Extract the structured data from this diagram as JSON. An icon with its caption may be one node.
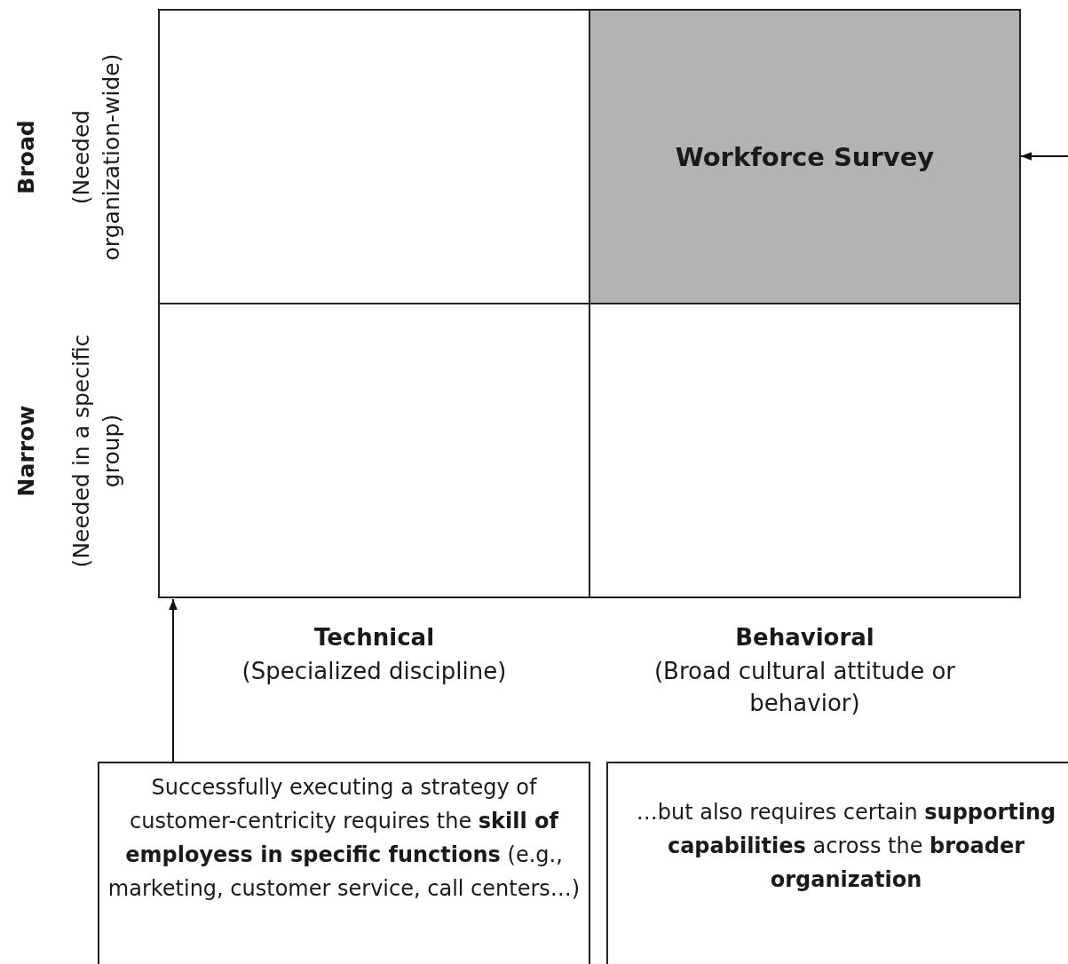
{
  "diagram": {
    "nodes": [
      {
        "text": [],
        "shape": "box"
      },
      {
        "text": [
          "Workforce Survey"
        ]
      },
      {
        "text": [],
        "shape": "box"
      },
      {
        "text": [],
        "shape": "box"
      },
      {
        "text": [
          "Successfully executing a strategy of customer-centricity requires the **skill of employess in specific functions** (e.g., marketing, customer service, call centers…)"
        ]
      },
      {
        "text": [
          "…but also requires certain **supporting capabilities** across the **broader organization**"
        ]
      }
    ],
    "edges": [
      {
        "from": null,
        "to": 1,
        "arrow": "to"
      },
      {
        "from": 4,
        "to": 2,
        "arrow": "to"
      }
    ],
    "labels": [
      "Broad",
      "(Needed organization-wide)",
      "Narrow",
      "(Needed in a specific group)",
      "Technical",
      "(Specialized discipline)",
      "Behavioral",
      "(Broad cultural attitude or behavior)"
    ]
  }
}
